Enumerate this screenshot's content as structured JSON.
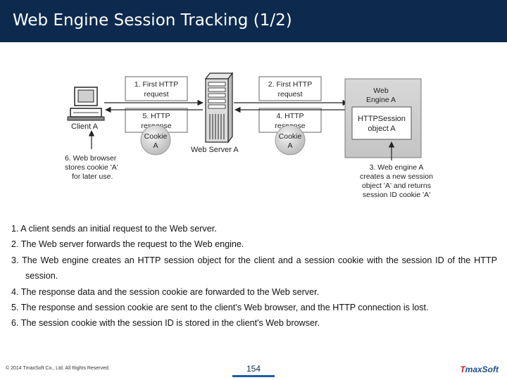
{
  "header": {
    "title": "Web Engine Session Tracking (1/2)"
  },
  "diagram": {
    "client_label": "Client A",
    "step1_lines": [
      "1. First HTTP",
      "request"
    ],
    "step5_lines": [
      "5. HTTP",
      "response"
    ],
    "cookie_left_lines": [
      "Cookie",
      "A"
    ],
    "step6_lines": [
      "6. Web browser",
      "stores cookie 'A'",
      "for later use."
    ],
    "server_label": "Web Server A",
    "step2_lines": [
      "2. First HTTP",
      "request"
    ],
    "step4_lines": [
      "4. HTTP",
      "response"
    ],
    "cookie_right_lines": [
      "Cookie",
      "A"
    ],
    "engine_lines": [
      "Web",
      "Engine A"
    ],
    "session_obj_lines": [
      "HTTPSession",
      "object A"
    ],
    "step3_lines": [
      "3. Web engine A",
      "creates a new session",
      "object 'A' and returns",
      "session ID cookie 'A'"
    ]
  },
  "steps": [
    "1. A client sends an initial request to the Web server.",
    "2. The Web server forwards the request to the Web engine.",
    "3. The Web engine creates an HTTP session object for the client and a session cookie with the session ID of the HTTP session.",
    "4. The response data and the session cookie are forwarded to the Web server.",
    "5. The response and session cookie are sent to the client's Web browser, and the HTTP connection is lost.",
    "6. The session cookie with the session ID is stored in the client's Web browser."
  ],
  "footer": {
    "copyright": "© 2014 TmaxSoft Co., Ltd. All Rights Reserved.",
    "page": "154",
    "logo_prefix": "T",
    "logo_rest": "maxSoft"
  }
}
